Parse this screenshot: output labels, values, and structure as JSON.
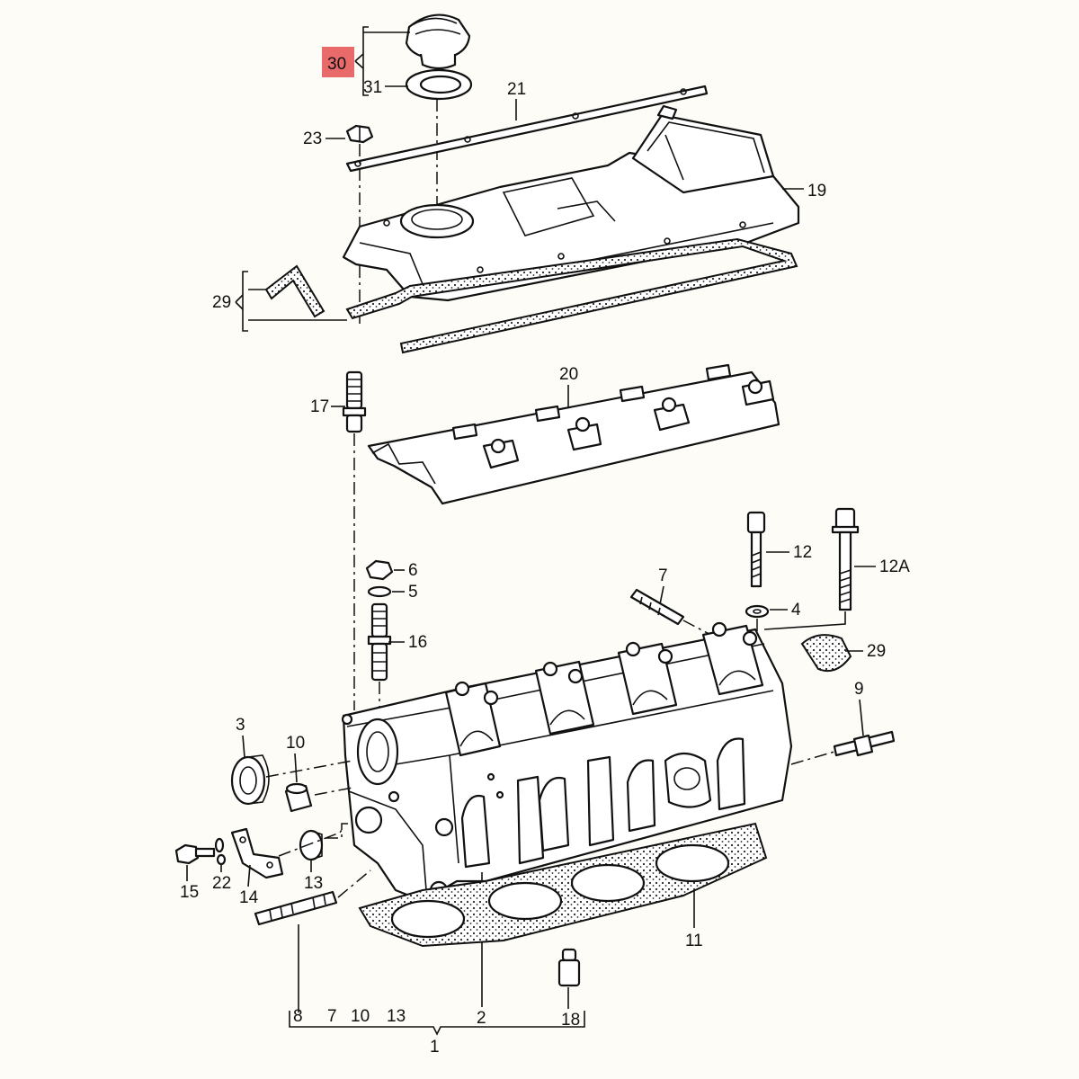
{
  "diagram": {
    "highlight_color": "#e86a6a",
    "labels": {
      "p30": "30",
      "p31": "31",
      "p21": "21",
      "p23": "23",
      "p19": "19",
      "p29_top": "29",
      "p20": "20",
      "p17": "17",
      "p6": "6",
      "p5": "5",
      "p16": "16",
      "p7_top": "7",
      "p12": "12",
      "p12a": "12A",
      "p4": "4",
      "p29_bottom": "29",
      "p3": "3",
      "p10": "10",
      "p9": "9",
      "p15": "15",
      "p22": "22",
      "p14": "14",
      "p13": "13",
      "p11": "11",
      "p18": "18",
      "p8": "8",
      "p7_bottom": "7",
      "p10_bottom": "10",
      "p13_bottom": "13",
      "p2": "2",
      "p1": "1"
    }
  }
}
